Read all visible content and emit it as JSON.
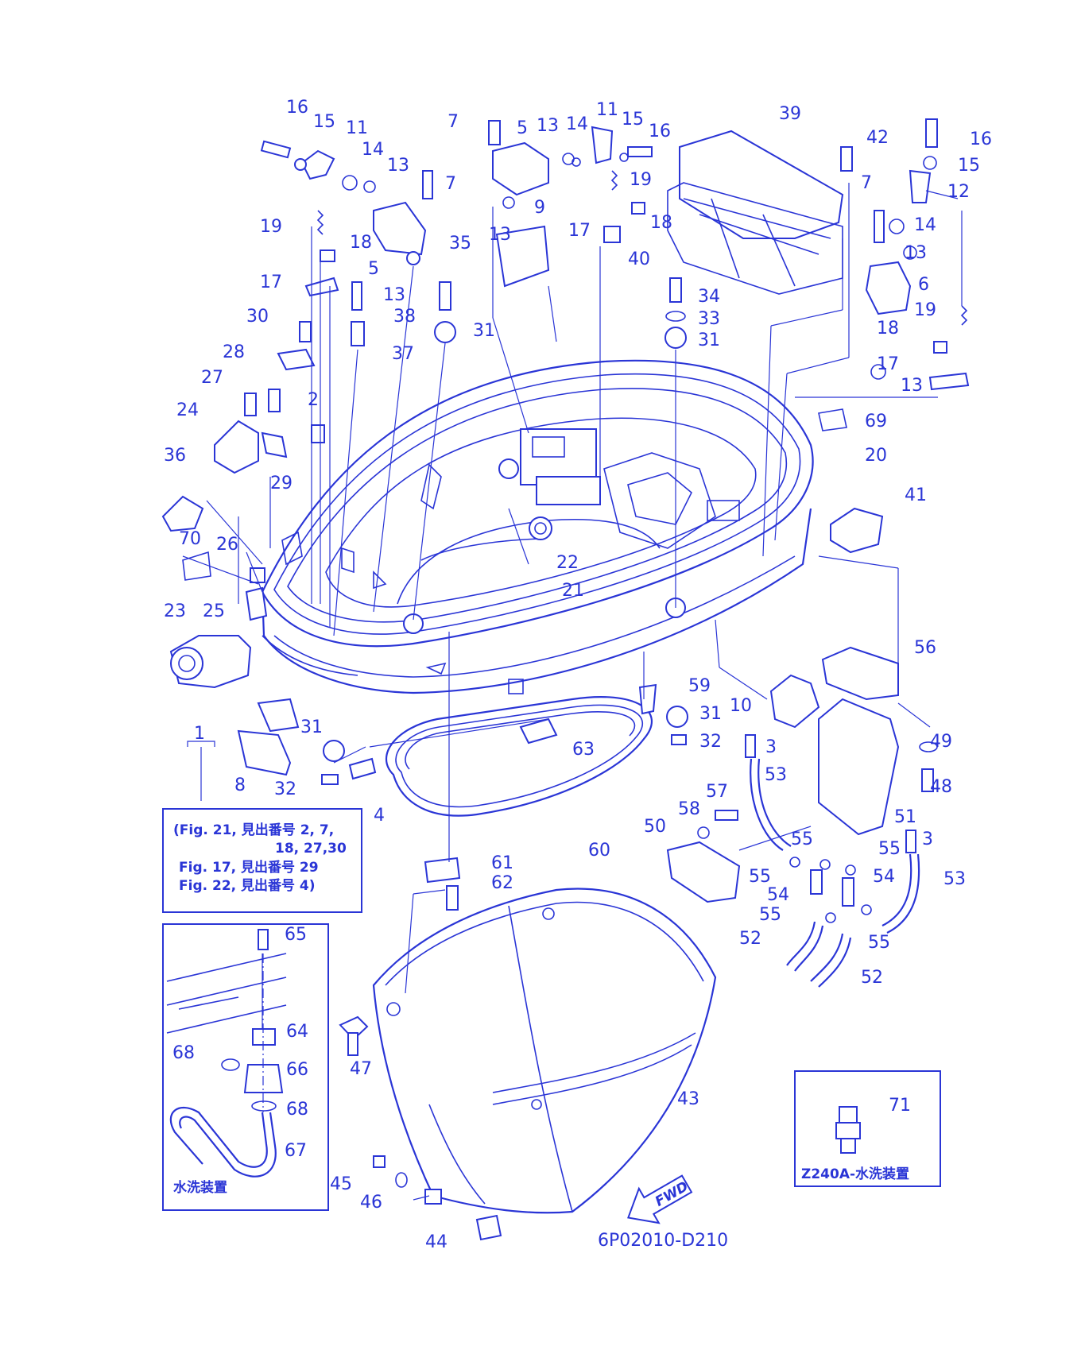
{
  "diagram_code": "6P02010-D210",
  "fwd_label": "FWD",
  "note_box": {
    "line1": "(Fig. 21, 見出番号 2, 7,",
    "line2": "18, 27,30",
    "line3": "Fig. 17, 見出番号 29",
    "line4": "Fig. 22, 見出番号 4)"
  },
  "inset_left_caption": "水洗装置",
  "inset_right_caption": "Z240A-水洗装置",
  "callouts": {
    "c1": "1",
    "c2": "2",
    "c3a": "3",
    "c3b": "3",
    "c4": "4",
    "c5a": "5",
    "c5b": "5",
    "c6": "6",
    "c7a": "7",
    "c7b": "7",
    "c7c": "7",
    "c8": "8",
    "c9": "9",
    "c10": "10",
    "c11a": "11",
    "c11b": "11",
    "c12": "12",
    "c13a": "13",
    "c13b": "13",
    "c13c": "13",
    "c13d": "13",
    "c13e": "13",
    "c13f": "13",
    "c14a": "14",
    "c14b": "14",
    "c14c": "14",
    "c15a": "15",
    "c15b": "15",
    "c15c": "15",
    "c16a": "16",
    "c16b": "16",
    "c16c": "16",
    "c17a": "17",
    "c17b": "17",
    "c17c": "17",
    "c18a": "18",
    "c18b": "18",
    "c18c": "18",
    "c19a": "19",
    "c19b": "19",
    "c19c": "19",
    "c20": "20",
    "c21": "21",
    "c22": "22",
    "c23": "23",
    "c24": "24",
    "c25": "25",
    "c26": "26",
    "c27": "27",
    "c28": "28",
    "c29": "29",
    "c30": "30",
    "c31a": "31",
    "c31b": "31",
    "c31c": "31",
    "c31d": "31",
    "c32a": "32",
    "c32b": "32",
    "c33": "33",
    "c34": "34",
    "c35": "35",
    "c36": "36",
    "c37": "37",
    "c38": "38",
    "c39": "39",
    "c40": "40",
    "c41": "41",
    "c42": "42",
    "c43": "43",
    "c44": "44",
    "c45": "45",
    "c46": "46",
    "c47": "47",
    "c48": "48",
    "c49": "49",
    "c50": "50",
    "c51": "51",
    "c52a": "52",
    "c52b": "52",
    "c53a": "53",
    "c53b": "53",
    "c54a": "54",
    "c54b": "54",
    "c55a": "55",
    "c55b": "55",
    "c55c": "55",
    "c55d": "55",
    "c55e": "55",
    "c56": "56",
    "c57": "57",
    "c58": "58",
    "c59": "59",
    "c60": "60",
    "c61": "61",
    "c62": "62",
    "c63": "63",
    "c64": "64",
    "c65": "65",
    "c66": "66",
    "c67": "67",
    "c68a": "68",
    "c68b": "68",
    "c69": "69",
    "c70": "70",
    "c71": "71"
  }
}
